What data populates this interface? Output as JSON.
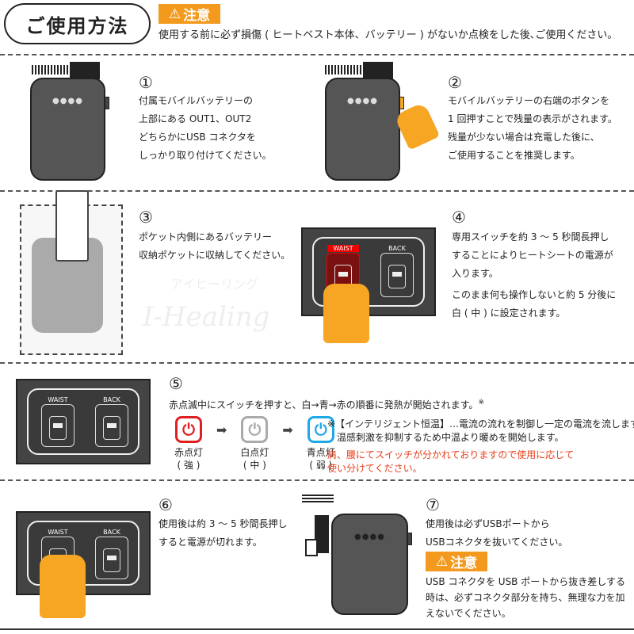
{
  "header": {
    "title": "ご使用方法",
    "warning_label": "注意",
    "warning_text": "使用する前に必ず損傷 ( ヒートベスト本体、バッテリー ) がないか点検をした後､ご使用ください。"
  },
  "steps": [
    {
      "num": "①",
      "lines": [
        "付属モバイルバッテリーの",
        "上部にある OUT1、OUT2",
        "どちらかにUSB コネクタを",
        "しっかり取り付けてください。"
      ]
    },
    {
      "num": "②",
      "lines": [
        "モバイルバッテリーの右端のボタンを",
        "1 回押すことで残量の表示がされます。",
        "残量が少ない場合は充電した後に、",
        "ご使用することを推奨します。"
      ]
    },
    {
      "num": "③",
      "lines": [
        "ポケット内側にあるバッテリー",
        "収納ポケットに収納してください。"
      ]
    },
    {
      "num": "④",
      "lines": [
        "専用スイッチを約 3 ～ 5 秒間長押し",
        "することによりヒートシートの電源が",
        "入ります。",
        "このまま何も操作しないと約 5 分後に",
        "白 ( 中 ) に設定されます。"
      ]
    },
    {
      "num": "⑤",
      "lines": [
        "赤点滅中にスイッチを押すと、白→青→赤の順番に発熱が開始されます。"
      ],
      "mark": "※"
    },
    {
      "num": "⑥",
      "lines": [
        "使用後は約 3 ～ 5 秒間長押し",
        "すると電源が切れます。"
      ]
    },
    {
      "num": "⑦",
      "lines": [
        "使用後は必ずUSBポートから",
        "USBコネクタを抜いてください。"
      ]
    }
  ],
  "switch": {
    "waist": "WAIST",
    "back": "BACK"
  },
  "watermark": {
    "kana": "アイヒーリング",
    "latin": "I-Healing"
  },
  "lamps": [
    {
      "name": "赤点灯",
      "level": "( 強 )",
      "color": "#e02020"
    },
    {
      "name": "白点灯",
      "level": "( 中 )",
      "color": "#aaaaaa"
    },
    {
      "name": "青点灯",
      "level": "( 弱 )",
      "color": "#1ea8e8"
    }
  ],
  "note": {
    "lines": [
      "※【インテリジェント恒温】…電流の流れを制御し一定の電流を流します。",
      "　温感刺激を抑制するため中温より暖めを開始します。"
    ],
    "red_lines": [
      "肩、腰にてスイッチが分かれておりますので使用に応じて",
      "使い分けてください。"
    ],
    "red_color": "#e8401c"
  },
  "caution7": {
    "label": "注意",
    "lines": [
      "USB コネクタを USB ポートから抜き差しする",
      "時は、必ずコネクタ部分を持ち、無理な力を加",
      "えないでください。"
    ]
  },
  "accent": "#f39a1e"
}
